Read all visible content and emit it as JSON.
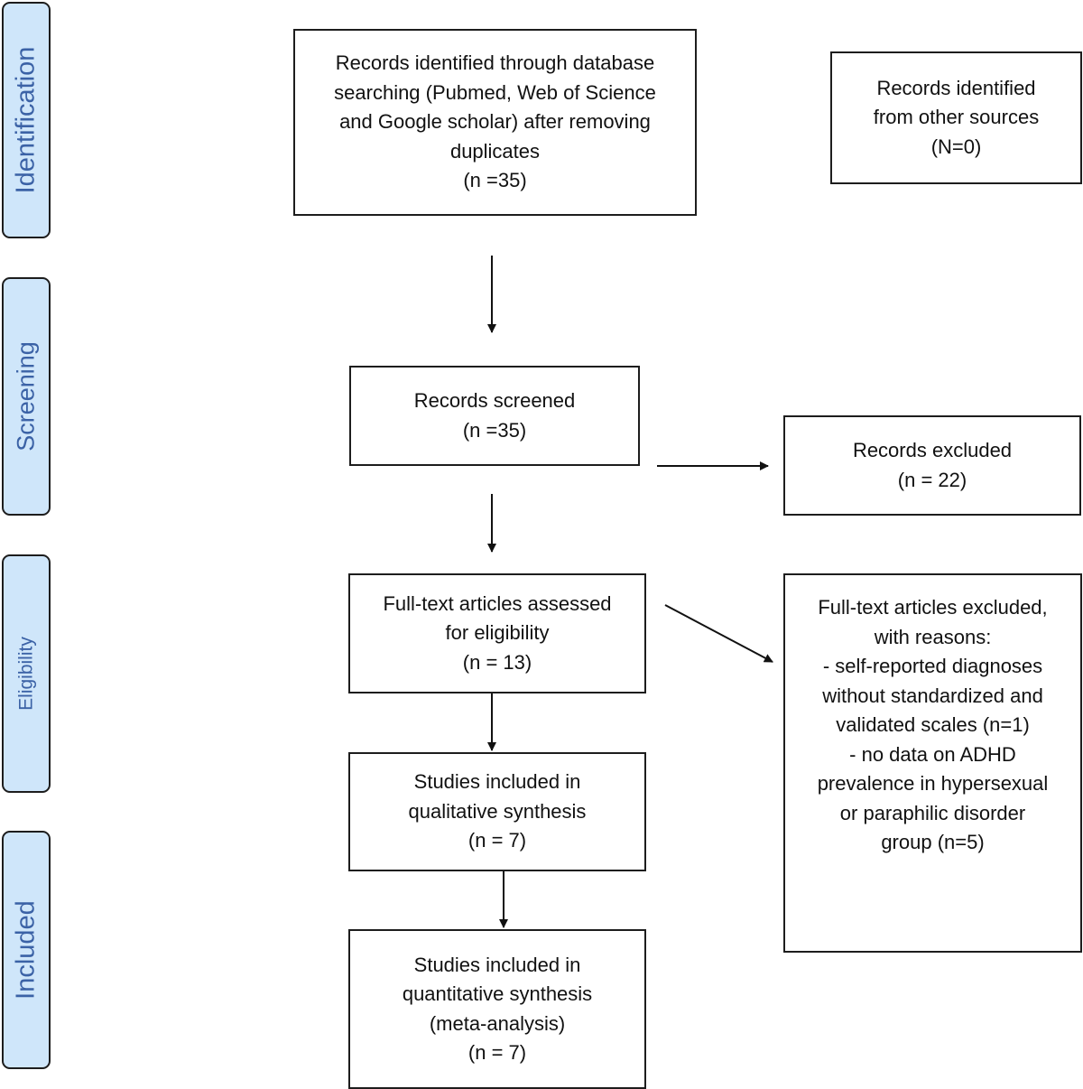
{
  "phases": {
    "identification": "Identification",
    "screening": "Screening",
    "eligibility": "Eligibility",
    "included": "Included"
  },
  "boxes": {
    "database_records": {
      "lines": [
        "Records identified through database",
        "searching (Pubmed, Web of Science",
        "and Google scholar) after removing",
        "duplicates",
        "(n =35)"
      ]
    },
    "other_sources": {
      "lines": [
        "Records identified",
        "from other sources",
        "(N=0)"
      ]
    },
    "records_screened": {
      "lines": [
        "Records screened",
        "(n =35)"
      ]
    },
    "records_excluded": {
      "lines": [
        "Records excluded",
        "(n = 22)"
      ]
    },
    "full_text_assessed": {
      "lines": [
        "Full-text articles assessed",
        "for eligibility",
        "(n = 13)"
      ]
    },
    "full_text_excluded": {
      "lines": [
        "Full-text articles excluded,",
        "with reasons:",
        "- self-reported diagnoses",
        "without standardized and",
        "validated scales (n=1)",
        "- no data on ADHD",
        "prevalence in hypersexual",
        "or paraphilic disorder",
        "group (n=5)"
      ]
    },
    "qualitative": {
      "lines": [
        "Studies included in",
        "qualitative synthesis",
        "(n = 7)"
      ]
    },
    "quantitative": {
      "lines": [
        "Studies included in",
        "quantitative synthesis",
        "(meta-analysis)",
        "(n = 7)"
      ]
    }
  }
}
